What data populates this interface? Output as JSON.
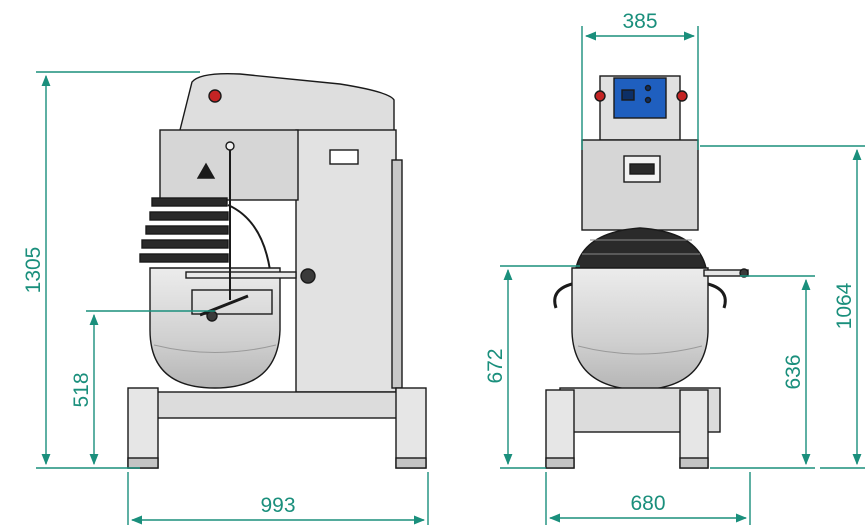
{
  "colors": {
    "dimension": "#1a8f7c",
    "steel": "#d9d9d9",
    "steel_dark": "#b8b8b8",
    "outline": "#1a1a1a",
    "control_panel": "#1f5fbf"
  },
  "dimensions": {
    "side_total_height": "1305",
    "side_bowl_height": "518",
    "side_total_width": "993",
    "front_top_width": "385",
    "front_bowl_rim_height": "672",
    "front_bowl_height_right": "636",
    "front_head_height": "1064",
    "front_base_width": "680"
  }
}
